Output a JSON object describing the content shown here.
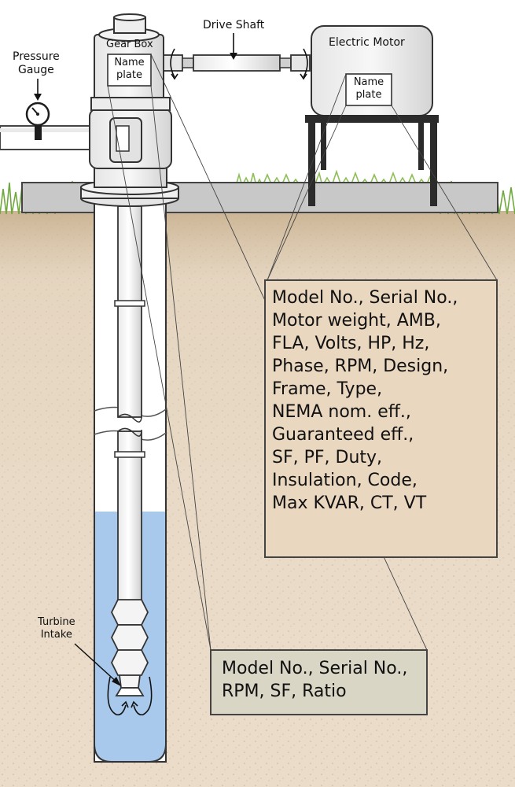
{
  "labels": {
    "pressure_gauge": [
      "Pressure",
      "Gauge"
    ],
    "gear_box": "Gear Box",
    "drive_shaft": "Drive Shaft",
    "electric_motor": "Electric Motor",
    "name_plate": [
      "Name",
      "plate"
    ],
    "turbine_intake": [
      "Turbine",
      "Intake"
    ]
  },
  "motor_nameplate_info": [
    "Model No., Serial No.,",
    "Motor weight, AMB,",
    "FLA, Volts, HP, Hz,",
    "Phase, RPM, Design,",
    "Frame, Type,",
    "NEMA nom. eff.,",
    "Guaranteed eff.,",
    "SF, PF, Duty,",
    "Insulation, Code,",
    "Max KVAR, CT, VT"
  ],
  "gearbox_nameplate_info": [
    "Model No., Serial No.,",
    "RPM, SF, Ratio"
  ],
  "colors": {
    "sky": "#ffffff",
    "soil": "#e8d8c2",
    "grass": "#7fb34a",
    "water": "#a9c9ec",
    "callout_motor_bg": "#ead7bf",
    "callout_gearbox_bg": "#d9d6c6"
  }
}
